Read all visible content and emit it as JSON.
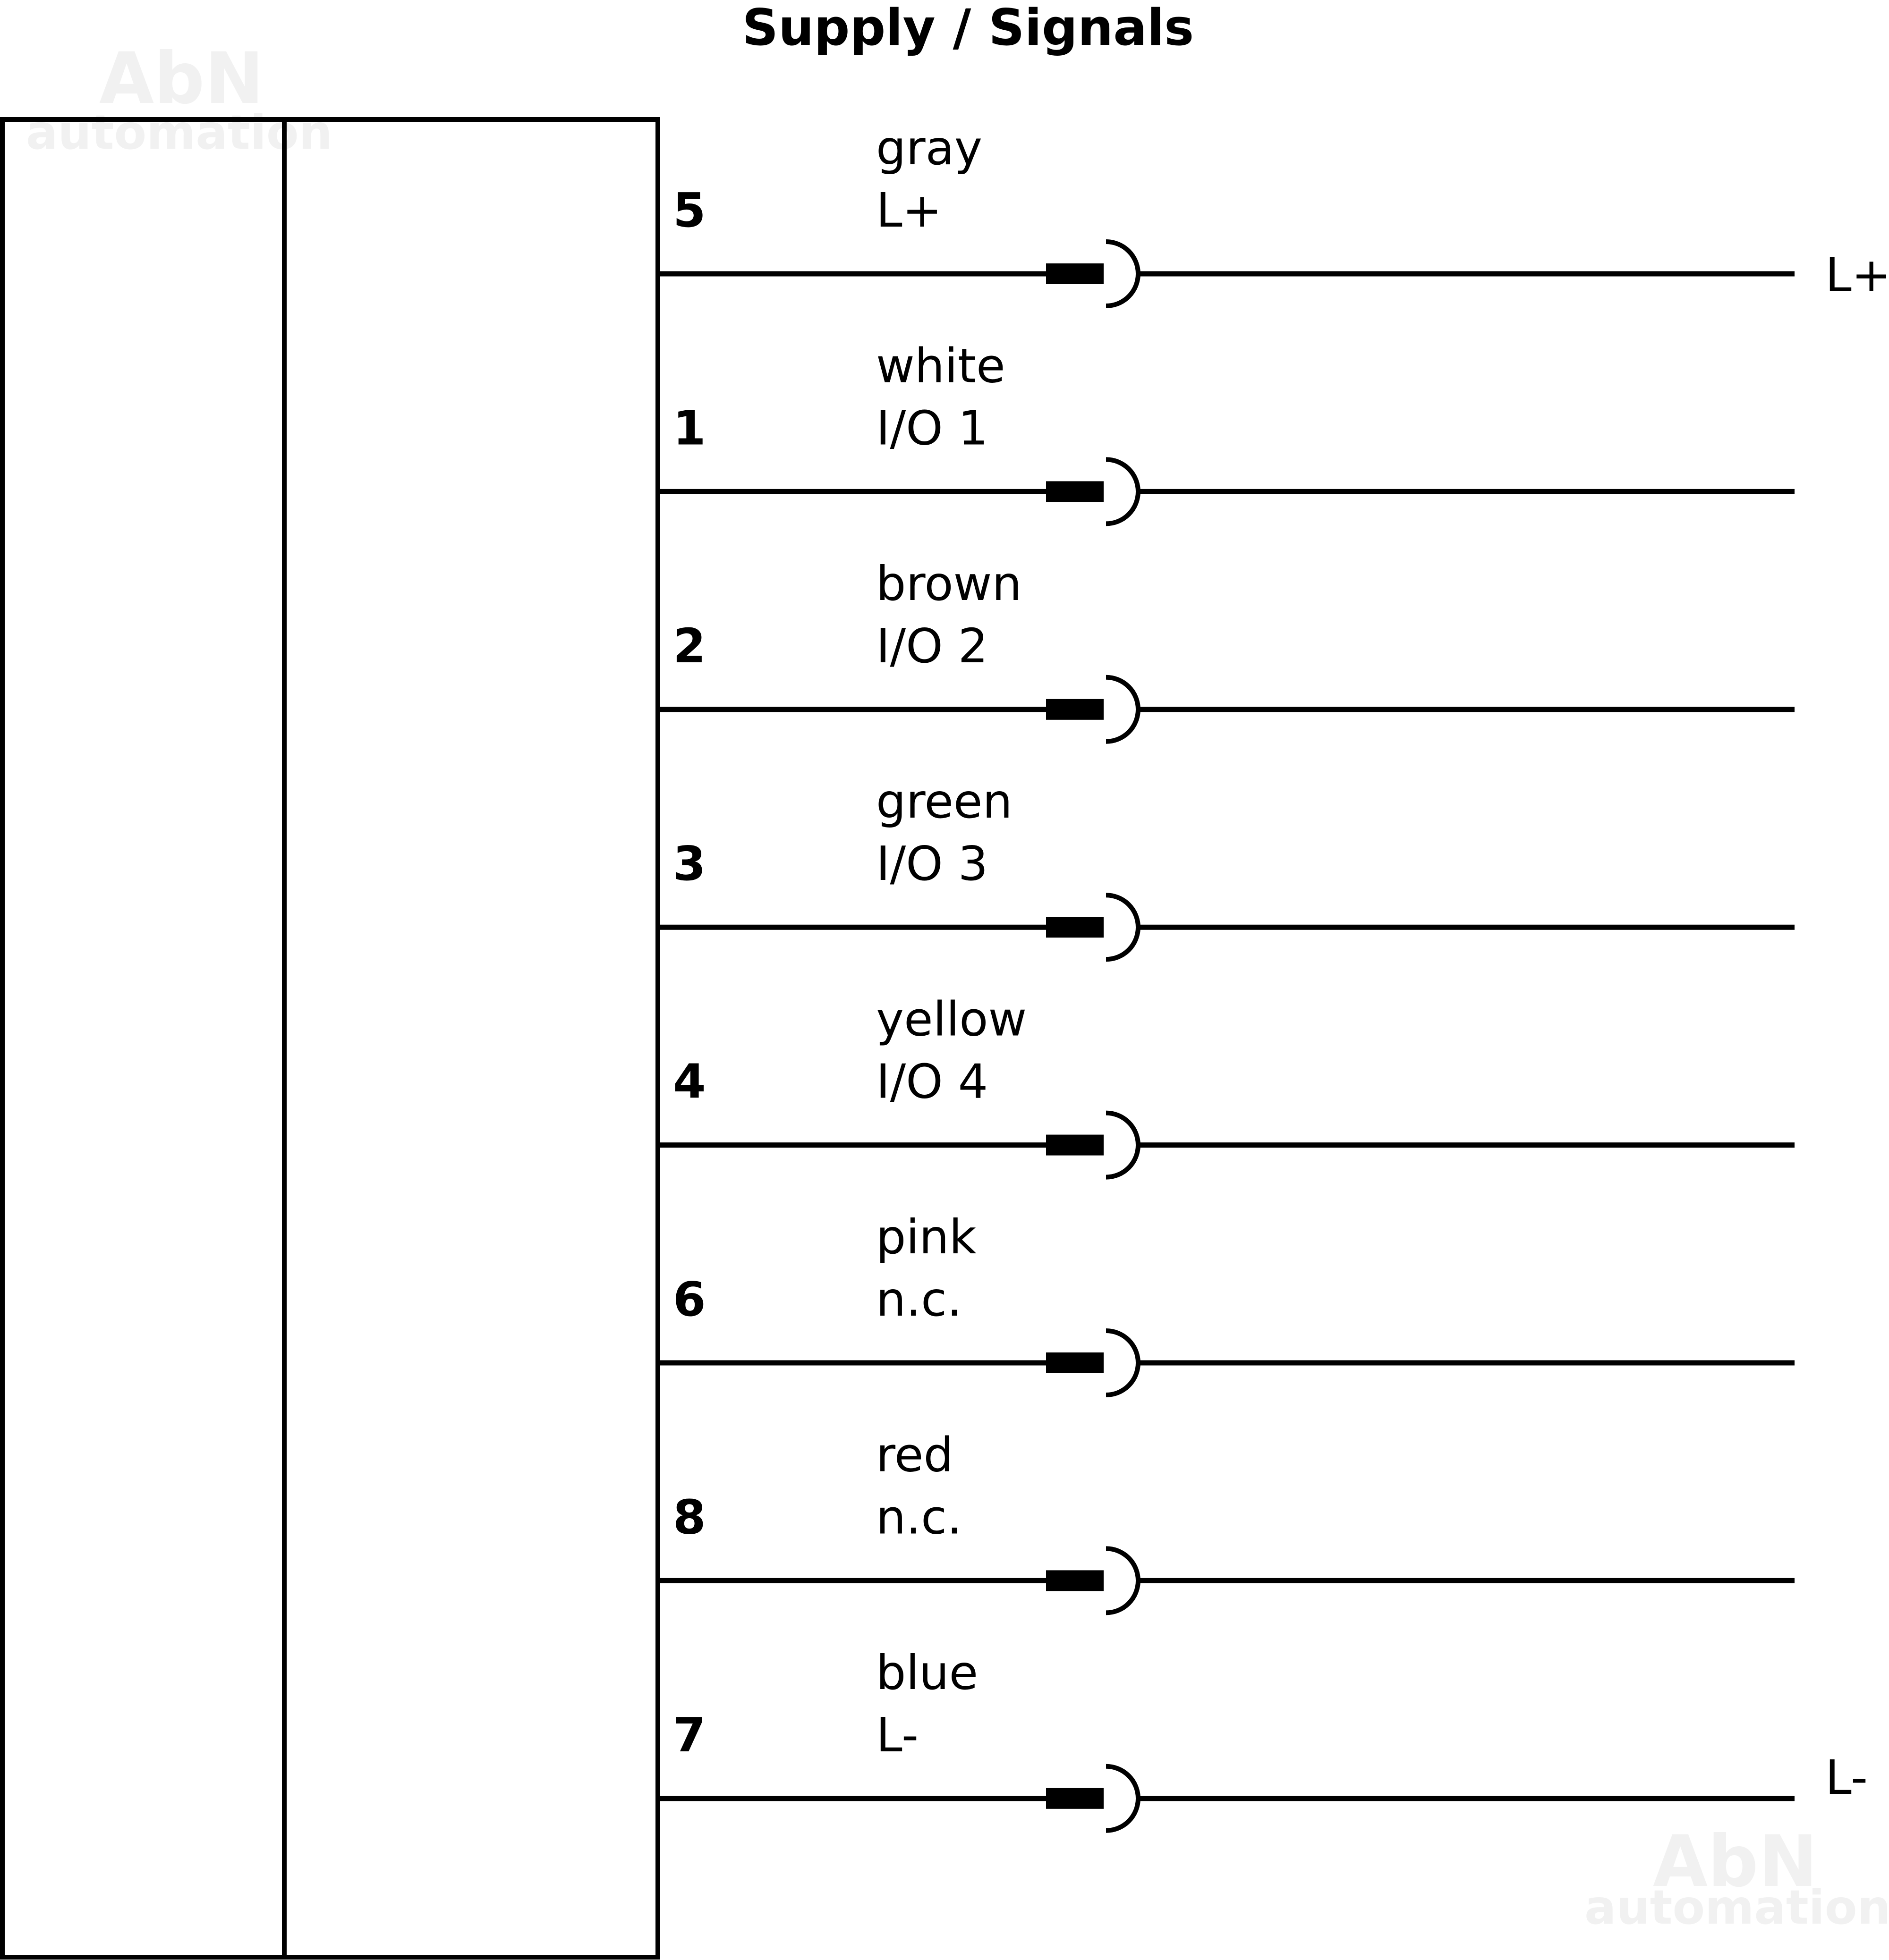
{
  "title": "Supply / Signals",
  "watermark": {
    "line1": "AbN",
    "line2": "automation"
  },
  "colors": {
    "line": "#000000",
    "background": "#ffffff",
    "watermark": "#f1f1f1"
  },
  "wires": [
    {
      "pin": "5",
      "color_name": "gray",
      "signal": "L+",
      "terminal_label": "L+"
    },
    {
      "pin": "1",
      "color_name": "white",
      "signal": "I/O 1",
      "terminal_label": ""
    },
    {
      "pin": "2",
      "color_name": "brown",
      "signal": "I/O 2",
      "terminal_label": ""
    },
    {
      "pin": "3",
      "color_name": "green",
      "signal": "I/O 3",
      "terminal_label": ""
    },
    {
      "pin": "4",
      "color_name": "yellow",
      "signal": "I/O 4",
      "terminal_label": ""
    },
    {
      "pin": "6",
      "color_name": "pink",
      "signal": "n.c.",
      "terminal_label": ""
    },
    {
      "pin": "8",
      "color_name": "red",
      "signal": "n.c.",
      "terminal_label": ""
    },
    {
      "pin": "7",
      "color_name": "blue",
      "signal": "L-",
      "terminal_label": "L-"
    }
  ]
}
